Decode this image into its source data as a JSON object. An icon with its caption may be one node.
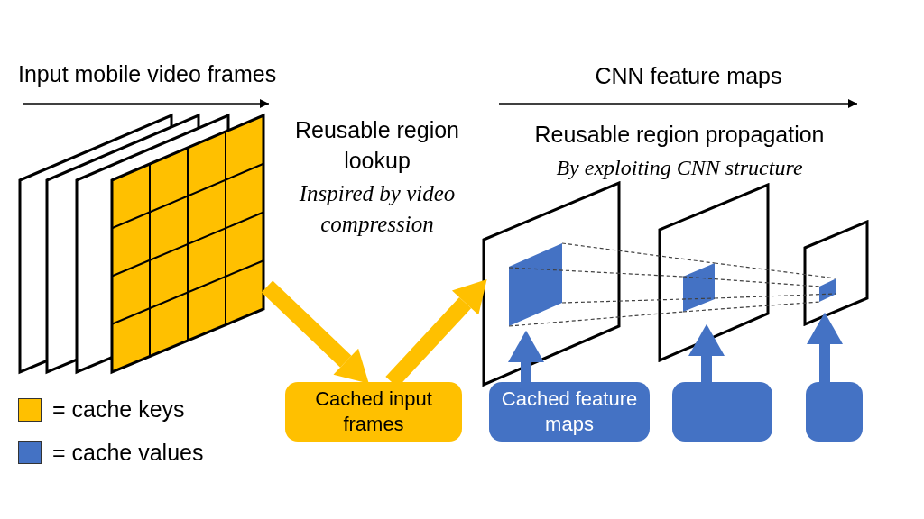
{
  "diagram": {
    "nodes": [
      {
        "text": [],
        "shape": "picture"
      },
      {
        "text": [
          "Cached input frames"
        ]
      },
      {
        "text": [],
        "shape": "picture"
      },
      {
        "text": [],
        "shape": "picture"
      },
      {
        "text": [],
        "shape": "picture"
      },
      {
        "text": [
          "Cached feature maps"
        ]
      },
      {
        "text": [],
        "shape": "box"
      },
      {
        "text": [],
        "shape": "box"
      }
    ],
    "edges": [
      {
        "from": 0,
        "to": 1,
        "arrow": "to",
        "style": "thick",
        "color": "#ffc000"
      },
      {
        "from": 1,
        "to": 2,
        "arrow": "to",
        "style": "thick",
        "color": "#ffc000"
      },
      {
        "from": 5,
        "to": 2,
        "arrow": "to",
        "style": "thick",
        "color": "#4472c4"
      },
      {
        "from": 6,
        "to": 3,
        "arrow": "to",
        "style": "thick",
        "color": "#4472c4"
      },
      {
        "from": 7,
        "to": 4,
        "arrow": "to",
        "style": "thick",
        "color": "#4472c4"
      },
      {
        "from": 2,
        "to": 3,
        "arrow": "none",
        "style": "dashed",
        "color": "#404040"
      },
      {
        "from": 2,
        "to": 3,
        "arrow": "none",
        "style": "dashed",
        "color": "#404040"
      },
      {
        "from": 2,
        "to": 3,
        "arrow": "none",
        "style": "dashed",
        "color": "#404040"
      },
      {
        "from": 2,
        "to": 3,
        "arrow": "none",
        "style": "dashed",
        "color": "#404040"
      },
      {
        "from": 3,
        "to": 4,
        "arrow": "none",
        "style": "dashed",
        "color": "#404040"
      },
      {
        "from": 3,
        "to": 4,
        "arrow": "none",
        "style": "dashed",
        "color": "#404040"
      },
      {
        "from": 3,
        "to": 4,
        "arrow": "none",
        "style": "dashed",
        "color": "#404040"
      },
      {
        "from": 3,
        "to": 4,
        "arrow": "none",
        "style": "dashed",
        "color": "#404040"
      }
    ],
    "labels": [
      "Input mobile video frames",
      "CNN feature maps",
      "Reusable region lookup",
      "Inspired by video compression",
      "Reusable region propagation",
      "By exploiting CNN structure"
    ],
    "legend": [
      {
        "text": "= cache keys",
        "color": "#ffc000"
      },
      {
        "text": "= cache values",
        "color": "#4472c4"
      }
    ]
  }
}
